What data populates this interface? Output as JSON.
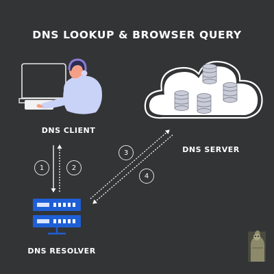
{
  "title": "DNS LOOKUP & BROWSER QUERY",
  "nodes": {
    "client": "DNS CLIENT",
    "server": "DNS SERVER",
    "resolver": "DNS RESOLVER"
  },
  "steps": [
    "1",
    "2",
    "3",
    "4"
  ],
  "colors": {
    "background": "#333436",
    "text": "#ffffff",
    "server_box": "#1f5fd6",
    "server_light": "#ffffff",
    "cloud_fill": "#ffffff",
    "person_sweater": "#c9d2f7",
    "person_skin": "#f4a089",
    "person_hair": "#2b2d55"
  },
  "icons": {
    "client": "person-at-laptop-icon",
    "server": "cloud-database-icon",
    "resolver": "server-rack-icon",
    "watermark": "figure-watermark-icon"
  }
}
